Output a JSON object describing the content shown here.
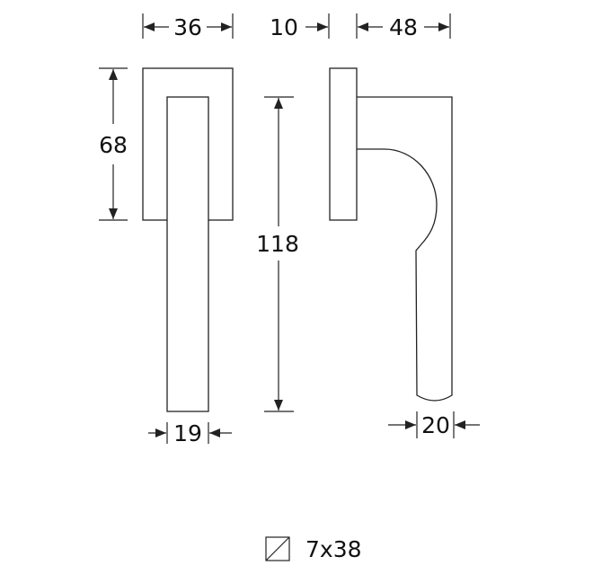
{
  "title": "Window handle dimension drawing",
  "dimensions": {
    "rose_width": "36",
    "rose_thickness": "10",
    "projection": "48",
    "rose_height": "68",
    "lever_length": "118",
    "lever_width": "19",
    "lever_depth": "20"
  },
  "spindle": {
    "icon": "square-spindle-icon",
    "label": "7x38"
  },
  "colors": {
    "line": "#222222",
    "background": "#ffffff"
  }
}
